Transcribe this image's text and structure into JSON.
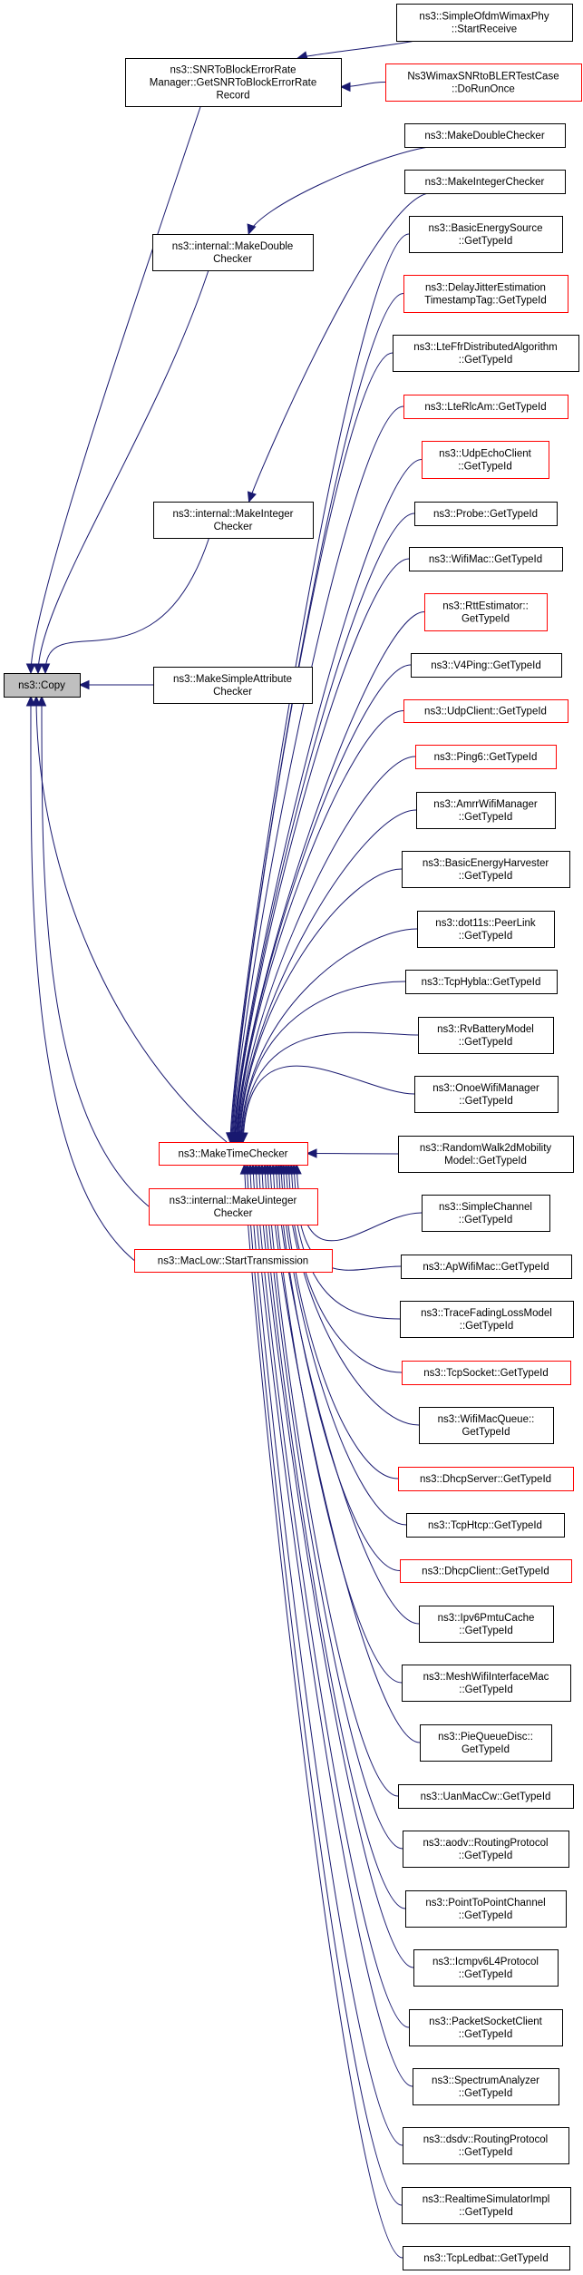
{
  "diagram": {
    "type": "call-graph",
    "title": "ns3::Copy caller graph",
    "colors": {
      "edge": "#191970",
      "node_border": "#000000",
      "node_border_incomplete": "#ff0000",
      "root_fill": "#bfbfbf",
      "node_fill": "#ffffff"
    },
    "nodes": [
      {
        "id": "copy",
        "lines": [
          "ns3::Copy"
        ],
        "style": "root"
      },
      {
        "id": "snr",
        "lines": [
          "ns3::SNRToBlockErrorRate",
          "Manager::GetSNRToBlockErrorRate",
          "Record"
        ],
        "style": "normal"
      },
      {
        "id": "ofdm",
        "lines": [
          "ns3::SimpleOfdmWimaxPhy",
          "::StartReceive"
        ],
        "style": "normal"
      },
      {
        "id": "wimaxtest",
        "lines": [
          "Ns3WimaxSNRtoBLERTestCase",
          "::DoRunOnce"
        ],
        "style": "red"
      },
      {
        "id": "mkdouble",
        "lines": [
          "ns3::MakeDoubleChecker"
        ],
        "style": "normal"
      },
      {
        "id": "mkinteger",
        "lines": [
          "ns3::MakeIntegerChecker"
        ],
        "style": "normal"
      },
      {
        "id": "imkdouble",
        "lines": [
          "ns3::internal::MakeDouble",
          "Checker"
        ],
        "style": "normal"
      },
      {
        "id": "imkinteger",
        "lines": [
          "ns3::internal::MakeInteger",
          "Checker"
        ],
        "style": "normal"
      },
      {
        "id": "mksimple",
        "lines": [
          "ns3::MakeSimpleAttribute",
          "Checker"
        ],
        "style": "normal"
      },
      {
        "id": "mktime",
        "lines": [
          "ns3::MakeTimeChecker"
        ],
        "style": "red"
      },
      {
        "id": "imkuint",
        "lines": [
          "ns3::internal::MakeUinteger",
          "Checker"
        ],
        "style": "red"
      },
      {
        "id": "maclow",
        "lines": [
          "ns3::MacLow::StartTransmission"
        ],
        "style": "red"
      },
      {
        "id": "basicenergy",
        "lines": [
          "ns3::BasicEnergySource",
          "::GetTypeId"
        ],
        "style": "normal"
      },
      {
        "id": "delayjitter",
        "lines": [
          "ns3::DelayJitterEstimation",
          "TimestampTag::GetTypeId"
        ],
        "style": "red"
      },
      {
        "id": "lteffr",
        "lines": [
          "ns3::LteFfrDistributedAlgorithm",
          "::GetTypeId"
        ],
        "style": "normal"
      },
      {
        "id": "lterlcam",
        "lines": [
          "ns3::LteRlcAm::GetTypeId"
        ],
        "style": "red"
      },
      {
        "id": "udpecho",
        "lines": [
          "ns3::UdpEchoClient",
          "::GetTypeId"
        ],
        "style": "red"
      },
      {
        "id": "probe",
        "lines": [
          "ns3::Probe::GetTypeId"
        ],
        "style": "normal"
      },
      {
        "id": "wifimac",
        "lines": [
          "ns3::WifiMac::GetTypeId"
        ],
        "style": "normal"
      },
      {
        "id": "rtt",
        "lines": [
          "ns3::RttEstimator::",
          "GetTypeId"
        ],
        "style": "red"
      },
      {
        "id": "v4ping",
        "lines": [
          "ns3::V4Ping::GetTypeId"
        ],
        "style": "normal"
      },
      {
        "id": "udpclient",
        "lines": [
          "ns3::UdpClient::GetTypeId"
        ],
        "style": "red"
      },
      {
        "id": "ping6",
        "lines": [
          "ns3::Ping6::GetTypeId"
        ],
        "style": "red"
      },
      {
        "id": "amrr",
        "lines": [
          "ns3::AmrrWifiManager",
          "::GetTypeId"
        ],
        "style": "normal"
      },
      {
        "id": "harvester",
        "lines": [
          "ns3::BasicEnergyHarvester",
          "::GetTypeId"
        ],
        "style": "normal"
      },
      {
        "id": "peerlink",
        "lines": [
          "ns3::dot11s::PeerLink",
          "::GetTypeId"
        ],
        "style": "normal"
      },
      {
        "id": "tcphybla",
        "lines": [
          "ns3::TcpHybla::GetTypeId"
        ],
        "style": "normal"
      },
      {
        "id": "rvbattery",
        "lines": [
          "ns3::RvBatteryModel",
          "::GetTypeId"
        ],
        "style": "normal"
      },
      {
        "id": "onoe",
        "lines": [
          "ns3::OnoeWifiManager",
          "::GetTypeId"
        ],
        "style": "normal"
      },
      {
        "id": "randomwalk",
        "lines": [
          "ns3::RandomWalk2dMobility",
          "Model::GetTypeId"
        ],
        "style": "normal"
      },
      {
        "id": "simplechannel",
        "lines": [
          "ns3::SimpleChannel",
          "::GetTypeId"
        ],
        "style": "normal"
      },
      {
        "id": "apwifimac",
        "lines": [
          "ns3::ApWifiMac::GetTypeId"
        ],
        "style": "normal"
      },
      {
        "id": "tracefading",
        "lines": [
          "ns3::TraceFadingLossModel",
          "::GetTypeId"
        ],
        "style": "normal"
      },
      {
        "id": "tcpsocket",
        "lines": [
          "ns3::TcpSocket::GetTypeId"
        ],
        "style": "red"
      },
      {
        "id": "wifimacqueue",
        "lines": [
          "ns3::WifiMacQueue::",
          "GetTypeId"
        ],
        "style": "normal"
      },
      {
        "id": "dhcpserver",
        "lines": [
          "ns3::DhcpServer::GetTypeId"
        ],
        "style": "red"
      },
      {
        "id": "tcphtcp",
        "lines": [
          "ns3::TcpHtcp::GetTypeId"
        ],
        "style": "normal"
      },
      {
        "id": "dhcpclient",
        "lines": [
          "ns3::DhcpClient::GetTypeId"
        ],
        "style": "red"
      },
      {
        "id": "ipv6pmtu",
        "lines": [
          "ns3::Ipv6PmtuCache",
          "::GetTypeId"
        ],
        "style": "normal"
      },
      {
        "id": "meshwifi",
        "lines": [
          "ns3::MeshWifiInterfaceMac",
          "::GetTypeId"
        ],
        "style": "normal"
      },
      {
        "id": "piequeue",
        "lines": [
          "ns3::PieQueueDisc::",
          "GetTypeId"
        ],
        "style": "normal"
      },
      {
        "id": "uanmaccw",
        "lines": [
          "ns3::UanMacCw::GetTypeId"
        ],
        "style": "normal"
      },
      {
        "id": "aodv",
        "lines": [
          "ns3::aodv::RoutingProtocol",
          "::GetTypeId"
        ],
        "style": "normal"
      },
      {
        "id": "p2pchannel",
        "lines": [
          "ns3::PointToPointChannel",
          "::GetTypeId"
        ],
        "style": "normal"
      },
      {
        "id": "icmpv6",
        "lines": [
          "ns3::Icmpv6L4Protocol",
          "::GetTypeId"
        ],
        "style": "normal"
      },
      {
        "id": "packetsocket",
        "lines": [
          "ns3::PacketSocketClient",
          "::GetTypeId"
        ],
        "style": "normal"
      },
      {
        "id": "spectrum",
        "lines": [
          "ns3::SpectrumAnalyzer",
          "::GetTypeId"
        ],
        "style": "normal"
      },
      {
        "id": "dsdv",
        "lines": [
          "ns3::dsdv::RoutingProtocol",
          "::GetTypeId"
        ],
        "style": "normal"
      },
      {
        "id": "realtime",
        "lines": [
          "ns3::RealtimeSimulatorImpl",
          "::GetTypeId"
        ],
        "style": "normal"
      },
      {
        "id": "tcpledbat",
        "lines": [
          "ns3::TcpLedbat::GetTypeId"
        ],
        "style": "normal"
      }
    ],
    "edges": [
      {
        "from": "snr",
        "to": "copy"
      },
      {
        "from": "imkdouble",
        "to": "copy"
      },
      {
        "from": "imkinteger",
        "to": "copy"
      },
      {
        "from": "mksimple",
        "to": "copy"
      },
      {
        "from": "mktime",
        "to": "copy"
      },
      {
        "from": "imkuint",
        "to": "copy"
      },
      {
        "from": "maclow",
        "to": "copy"
      },
      {
        "from": "ofdm",
        "to": "snr"
      },
      {
        "from": "wimaxtest",
        "to": "snr"
      },
      {
        "from": "mkdouble",
        "to": "imkdouble"
      },
      {
        "from": "mkinteger",
        "to": "imkinteger"
      },
      {
        "from": "basicenergy",
        "to": "mktime"
      },
      {
        "from": "delayjitter",
        "to": "mktime"
      },
      {
        "from": "lteffr",
        "to": "mktime"
      },
      {
        "from": "lterlcam",
        "to": "mktime"
      },
      {
        "from": "udpecho",
        "to": "mktime"
      },
      {
        "from": "probe",
        "to": "mktime"
      },
      {
        "from": "wifimac",
        "to": "mktime"
      },
      {
        "from": "rtt",
        "to": "mktime"
      },
      {
        "from": "v4ping",
        "to": "mktime"
      },
      {
        "from": "udpclient",
        "to": "mktime"
      },
      {
        "from": "ping6",
        "to": "mktime"
      },
      {
        "from": "amrr",
        "to": "mktime"
      },
      {
        "from": "harvester",
        "to": "mktime"
      },
      {
        "from": "peerlink",
        "to": "mktime"
      },
      {
        "from": "tcphybla",
        "to": "mktime"
      },
      {
        "from": "rvbattery",
        "to": "mktime"
      },
      {
        "from": "onoe",
        "to": "mktime"
      },
      {
        "from": "randomwalk",
        "to": "mktime"
      },
      {
        "from": "simplechannel",
        "to": "mktime"
      },
      {
        "from": "apwifimac",
        "to": "mktime"
      },
      {
        "from": "tracefading",
        "to": "mktime"
      },
      {
        "from": "tcpsocket",
        "to": "mktime"
      },
      {
        "from": "wifimacqueue",
        "to": "mktime"
      },
      {
        "from": "dhcpserver",
        "to": "mktime"
      },
      {
        "from": "tcphtcp",
        "to": "mktime"
      },
      {
        "from": "dhcpclient",
        "to": "mktime"
      },
      {
        "from": "ipv6pmtu",
        "to": "mktime"
      },
      {
        "from": "meshwifi",
        "to": "mktime"
      },
      {
        "from": "piequeue",
        "to": "mktime"
      },
      {
        "from": "uanmaccw",
        "to": "mktime"
      },
      {
        "from": "aodv",
        "to": "mktime"
      },
      {
        "from": "p2pchannel",
        "to": "mktime"
      },
      {
        "from": "icmpv6",
        "to": "mktime"
      },
      {
        "from": "packetsocket",
        "to": "mktime"
      },
      {
        "from": "spectrum",
        "to": "mktime"
      },
      {
        "from": "dsdv",
        "to": "mktime"
      },
      {
        "from": "realtime",
        "to": "mktime"
      },
      {
        "from": "tcpledbat",
        "to": "mktime"
      }
    ]
  }
}
